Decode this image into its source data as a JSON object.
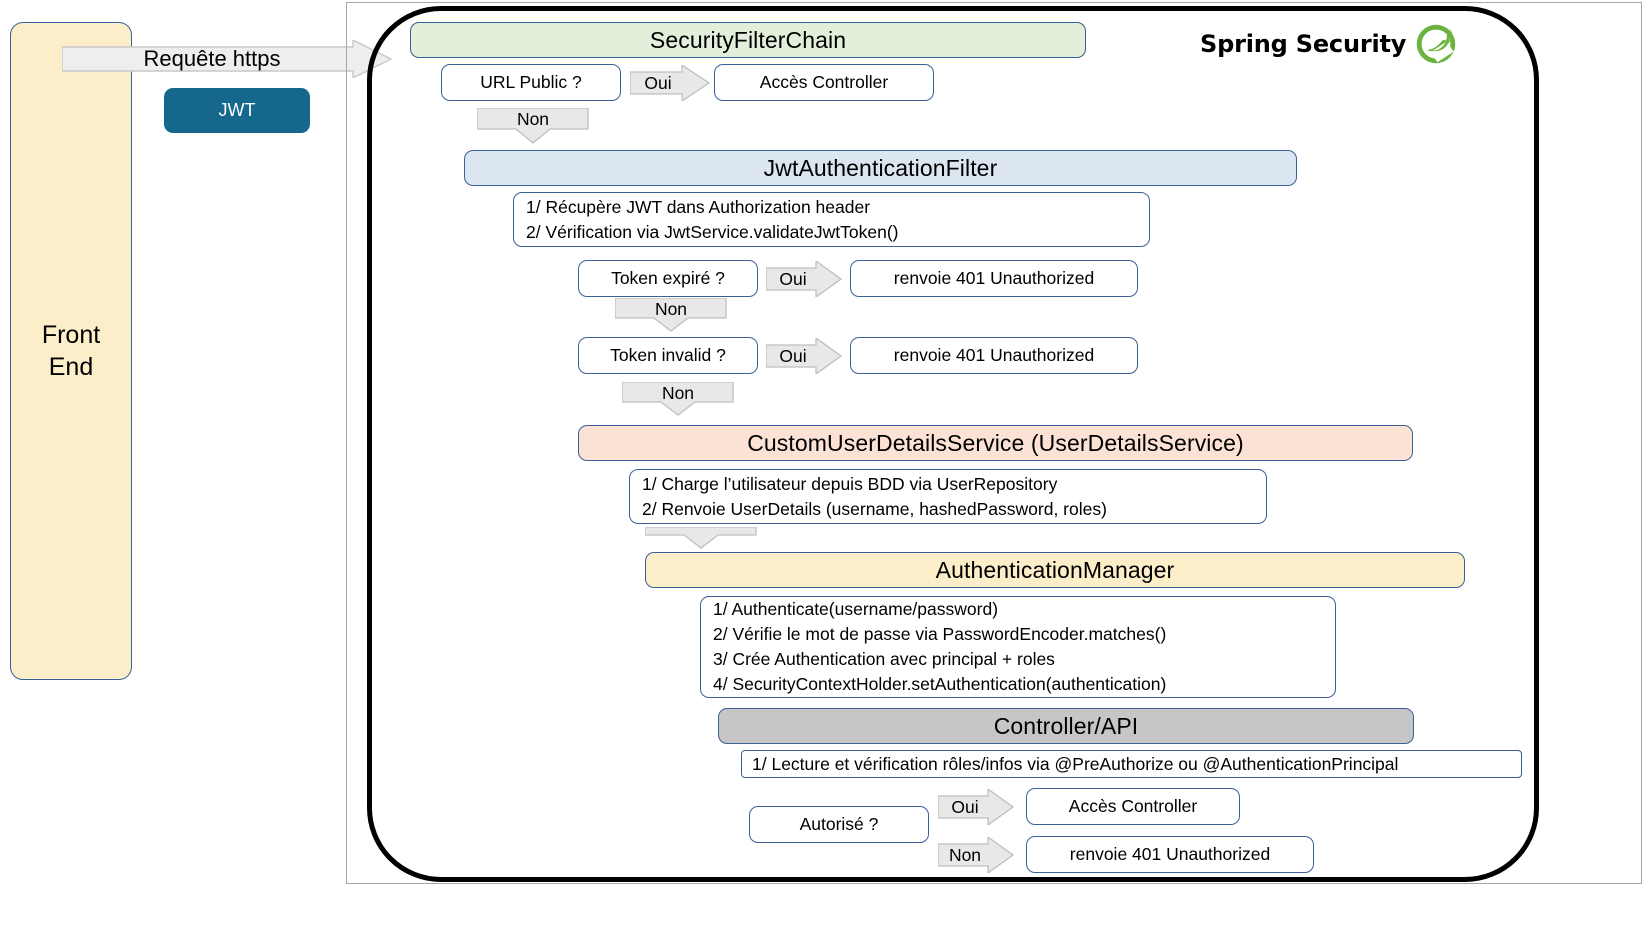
{
  "diagram": {
    "title": "Spring Security JWT authentication flow",
    "brand": {
      "text": "Spring Security",
      "logo_icon": "spring-leaf-icon",
      "logo_color": "#6db33f"
    },
    "colors": {
      "front_end_fill": "#fdeeca",
      "jwt_fill": "#15688c",
      "security_filter_chain_fill": "#e2efda",
      "jwt_filter_fill": "#dce6f1",
      "user_details_fill": "#fbe2d5",
      "auth_manager_fill": "#fdeeca",
      "controller_fill": "#c6c6c6",
      "box_stroke": "#3b6098",
      "arrow_fill": "#e8e8e8",
      "arrow_stroke": "#bfbfbf",
      "outer_border": "#000000"
    },
    "client": {
      "front_end_label": "Front\nEnd",
      "jwt_label": "JWT",
      "request_arrow_label": "Requête https"
    },
    "bands": {
      "security_filter_chain": "SecurityFilterChain",
      "jwt_authentication_filter": "JwtAuthenticationFilter",
      "custom_user_details_service": "CustomUserDetailsService (UserDetailsService)",
      "authentication_manager": "AuthenticationManager",
      "controller_api": "Controller/API"
    },
    "notes": {
      "jwt_filter_steps": "1/ Récupère JWT dans Authorization header\n2/ Vérification via JwtService.validateJwtToken()",
      "user_details_steps": "1/ Charge l’utilisateur depuis BDD via UserRepository\n2/ Renvoie UserDetails (username, hashedPassword, roles)",
      "auth_manager_steps": "1/ Authenticate(username/password)\n2/ Vérifie le mot de passe via PasswordEncoder.matches()\n3/ Crée Authentication avec principal + roles\n4/ SecurityContextHolder.setAuthentication(authentication)",
      "controller_steps": "1/ Lecture et vérification rôles/infos via @PreAuthorize ou @AuthenticationPrincipal"
    },
    "decisions": {
      "url_public": "URL Public ?",
      "token_expired": "Token expiré ?",
      "token_invalid": "Token invalid ?",
      "authorized": "Autorisé  ?"
    },
    "outcomes": {
      "access_controller_top": "Accès Controller",
      "unauthorized_expired": "renvoie 401 Unauthorized",
      "unauthorized_invalid": "renvoie 401 Unauthorized",
      "access_controller_bottom": "Accès Controller",
      "unauthorized_bottom": "renvoie 401 Unauthorized"
    },
    "edge_labels": {
      "url_public_yes": "Oui",
      "url_public_no": "Non",
      "token_expired_yes": "Oui",
      "token_expired_no": "Non",
      "token_invalid_yes": "Oui",
      "token_invalid_no": "Non",
      "authorized_yes": "Oui",
      "authorized_no": "Non"
    }
  }
}
